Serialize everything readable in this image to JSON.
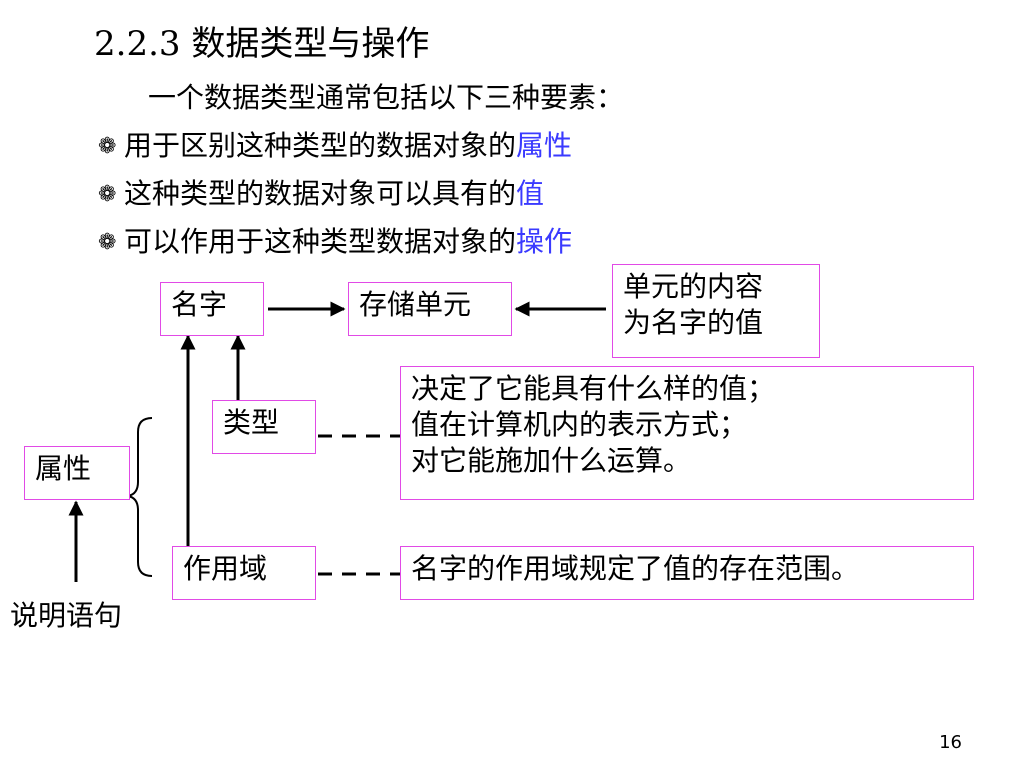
{
  "colors": {
    "accent": "#3a3aff",
    "box_border": "#e14ae6"
  },
  "slide": {
    "title": "2.2.3 数据类型与操作",
    "intro": "一个数据类型通常包括以下三种要素：",
    "bullet_icon": "snowflake-bullet-icon",
    "bullets": [
      {
        "mark": "❁",
        "text": "用于区别这种类型的数据对象的",
        "highlight": "属性"
      },
      {
        "mark": "❁",
        "text": "这种类型的数据对象可以具有的",
        "highlight": "值"
      },
      {
        "mark": "❁",
        "text": "可以作用于这种类型数据对象的",
        "highlight": "操作"
      }
    ],
    "page_number": "16"
  },
  "diagram": {
    "name": "名字",
    "storage": "存储单元",
    "content_note": [
      "单元的内容",
      "为名字的值"
    ],
    "type": "类型",
    "type_note": [
      "决定了它能具有什么样的值；",
      "值在计算机内的表示方式；",
      "对它能施加什么运算。"
    ],
    "attribute": "属性",
    "scope": "作用域",
    "scope_note": "名字的作用域规定了值的存在范围。",
    "declaration": "说明语句"
  }
}
